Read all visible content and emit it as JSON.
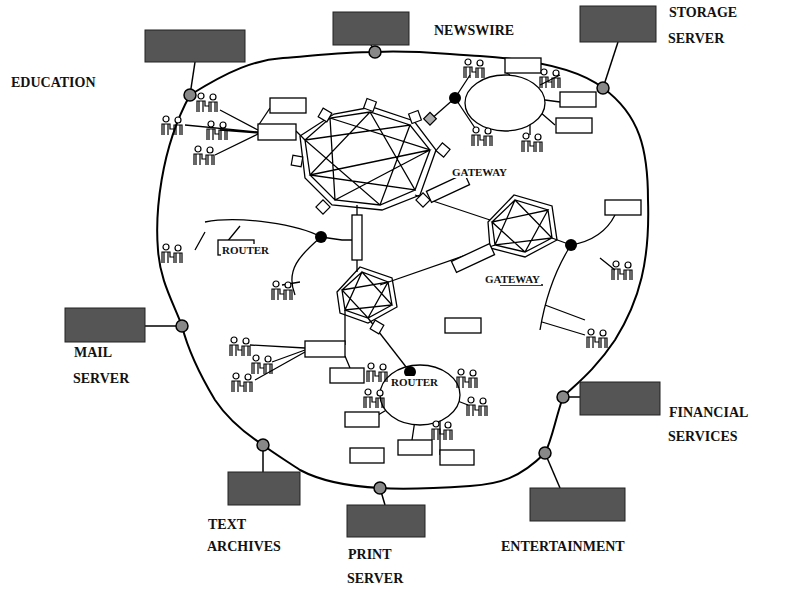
{
  "diagram": {
    "labels": [
      "NEWSWIRE",
      "EDUCATION",
      "STORAGE SERVER",
      "GATEWAY",
      "ROUTER",
      "GATEWAY",
      "MAIL SERVER",
      "ROUTER",
      "FINANCIAL SERVICES",
      "TEXT ARCHIVES",
      "PRINT SERVER",
      "ENTERTAINMENT"
    ]
  }
}
